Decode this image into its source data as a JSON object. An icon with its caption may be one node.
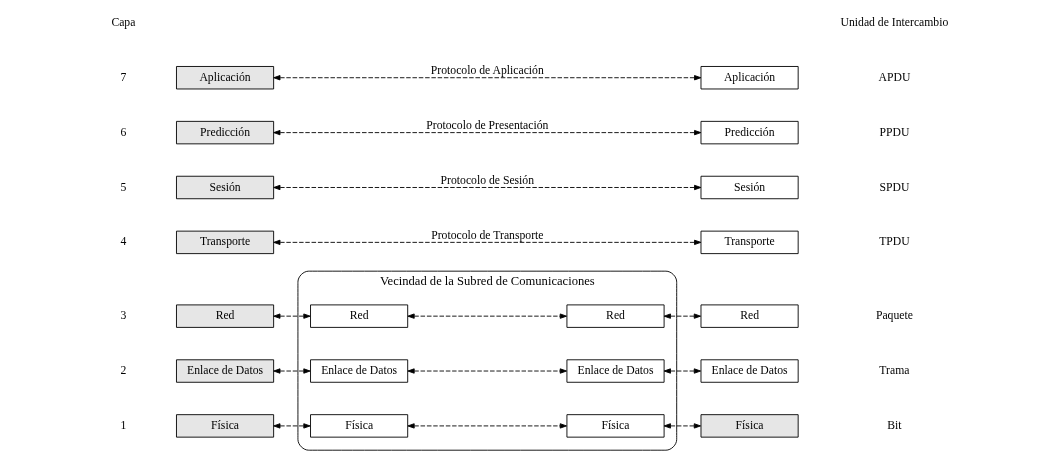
{
  "diagram": {
    "nodes": [
      {
        "text": [
          "Aplicación"
        ]
      },
      {
        "text": [
          "Aplicación"
        ]
      },
      {
        "text": [
          "Predicción"
        ]
      },
      {
        "text": [
          "Predicción"
        ]
      },
      {
        "text": [
          "Sesión"
        ]
      },
      {
        "text": [
          "Sesión"
        ]
      },
      {
        "text": [
          "Transporte"
        ]
      },
      {
        "text": [
          "Transporte"
        ]
      },
      {
        "text": [
          "Vecindad de la Subred de Comunicaciones"
        ]
      },
      {
        "text": [
          "Red"
        ]
      },
      {
        "text": [
          "Red"
        ],
        "in": 8
      },
      {
        "text": [
          "Red"
        ],
        "in": 8
      },
      {
        "text": [
          "Red"
        ]
      },
      {
        "text": [
          "Enlace de Datos"
        ]
      },
      {
        "text": [
          "Enlace de Datos"
        ],
        "in": 8
      },
      {
        "text": [
          "Enlace de Datos"
        ],
        "in": 8
      },
      {
        "text": [
          "Enlace de Datos"
        ]
      },
      {
        "text": [
          "Física"
        ]
      },
      {
        "text": [
          "Física"
        ],
        "in": 8
      },
      {
        "text": [
          "Física"
        ],
        "in": 8
      },
      {
        "text": [
          "Física"
        ]
      }
    ],
    "edges": [
      {
        "from": 0,
        "to": 1,
        "arrow": "both",
        "style": "dashed",
        "label": "Protocolo de Aplicación"
      },
      {
        "from": 2,
        "to": 3,
        "arrow": "both",
        "style": "dashed",
        "label": "Protocolo de Presentación"
      },
      {
        "from": 4,
        "to": 5,
        "arrow": "both",
        "style": "dashed",
        "label": "Protocolo de Sesión"
      },
      {
        "from": 6,
        "to": 7,
        "arrow": "both",
        "style": "dashed",
        "label": "Protocolo de Transporte"
      },
      {
        "from": 9,
        "to": 10,
        "arrow": "both",
        "style": "dashed"
      },
      {
        "from": 10,
        "to": 11,
        "arrow": "both",
        "style": "dashed"
      },
      {
        "from": 11,
        "to": 12,
        "arrow": "both",
        "style": "dashed"
      },
      {
        "from": 13,
        "to": 14,
        "arrow": "both",
        "style": "dashed"
      },
      {
        "from": 14,
        "to": 15,
        "arrow": "both",
        "style": "dashed"
      },
      {
        "from": 15,
        "to": 16,
        "arrow": "both",
        "style": "dashed"
      },
      {
        "from": 17,
        "to": 18,
        "arrow": "both",
        "style": "dashed"
      },
      {
        "from": 18,
        "to": 19,
        "arrow": "both",
        "style": "dashed"
      },
      {
        "from": 19,
        "to": 20,
        "arrow": "both",
        "style": "dashed"
      }
    ],
    "labels": [
      "Capa",
      "Unidad de Intercambio",
      "7",
      "APDU",
      "6",
      "PPDU",
      "5",
      "SPDU",
      "4",
      "TPDU",
      "3",
      "Paquete",
      "2",
      "Trama",
      "1",
      "Bit"
    ]
  }
}
